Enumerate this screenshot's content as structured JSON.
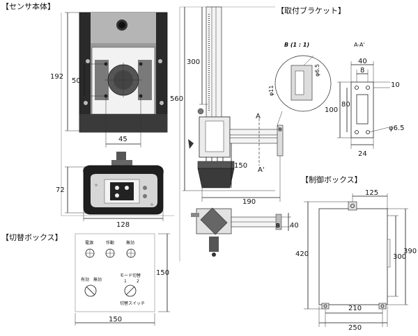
{
  "sections": {
    "sensor": "【センサ本体】",
    "switch": "【切替ボックス】",
    "bracket": "【取付ブラケット】",
    "control": "【制御ボックス】"
  },
  "sensor_dims": {
    "height": "192",
    "inner": "50",
    "width": "45",
    "base_height": "72",
    "base_width": "128"
  },
  "bracket_dims": {
    "stroke": "300",
    "total_height": "560",
    "section_mark_a": "A",
    "section_mark_a2": "A'",
    "lower": "150",
    "arm": "190",
    "arm_width": "40"
  },
  "detail_b": {
    "title": "B (1 : 1)",
    "d1": "φ11",
    "d2": "φ6.5"
  },
  "section_aa": {
    "title": "A-A'",
    "w_outer": "40",
    "w_inner": "8",
    "h_outer": "100",
    "h_inner": "80",
    "top_gap": "10",
    "hole": "φ6.5",
    "bottom": "24"
  },
  "switch_box": {
    "labels": {
      "power": "電源",
      "operate": "作動",
      "disable": "無効",
      "enable": "有効",
      "disable2": "無効",
      "mode_switch": "モード切替",
      "pos1": "1",
      "pos2": "2",
      "switch_caption": "切替スイッチ"
    },
    "height": "150",
    "width": "150"
  },
  "control_box": {
    "top": "125",
    "height_outer": "420",
    "height_inner": "300",
    "height_total": "390",
    "mount": "210",
    "width": "250"
  }
}
